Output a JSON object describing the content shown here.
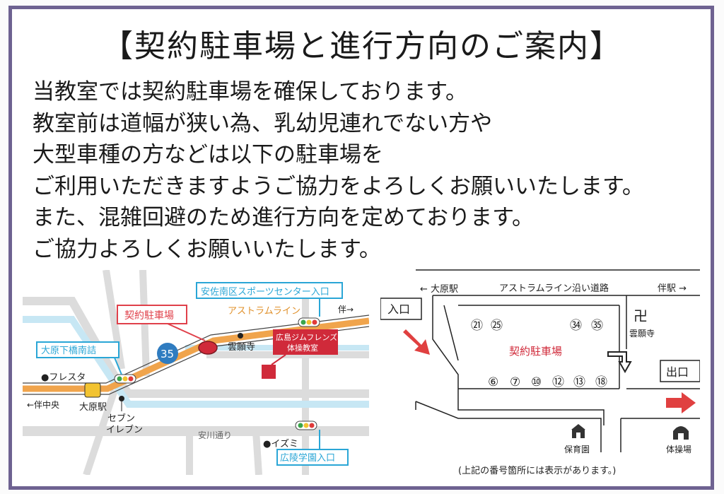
{
  "title": "【契約駐車場と進行方向のご案内】",
  "body_lines": [
    "当教室では契約駐車場を確保しております。",
    "教室前は道幅が狭い為、乳幼児連れでない方や",
    "大型車種の方などは以下の駐車場を",
    "ご利用いただきますようご協力をよろしくお願いいたします。",
    "また、混雑回避のため進行方向を定めております。",
    "ご協力よろしくお願いいたします。"
  ],
  "map_left": {
    "sports_center": "安佐南区スポーツセンター入口",
    "astram_line": "アストラムライン",
    "to_tomo": "伴→",
    "parking_label": "契約駐車場",
    "unganji": "雲願寺",
    "gym_line1": "広島ジムフレンズ",
    "gym_line2": "体操教室",
    "route_number": "35",
    "ohara_shimo": "大原下橋南詰",
    "fresta": "●フレスタ",
    "to_tomo_chuo": "←伴中央",
    "ohara_station": "大原駅",
    "seven_line1": "セブン",
    "seven_line2": "イレブン",
    "yasukawa": "安川通り",
    "izumi": "●イズミ",
    "koryo": "広陵学園入口"
  },
  "map_right": {
    "to_ohara": "← 大原駅",
    "road_label": "アストラムライン沿い道路",
    "to_tomo_station": "伴駅 →",
    "entrance": "入口",
    "exit": "出口",
    "temple_symbol": "卍",
    "temple_name": "雲願寺",
    "parking_label": "契約駐車場",
    "spaces_top": [
      "㉑",
      "㉕",
      "㉞",
      "㉟"
    ],
    "spaces_bottom": [
      "⑥",
      "⑦",
      "⑩",
      "⑫",
      "⑬",
      "⑱"
    ],
    "nursery": "保育園",
    "gym": "体操場"
  },
  "note": "(上記の番号箇所には表示があります。)",
  "colors": {
    "frame": "#6e6291",
    "orange_road": "#f0a44c",
    "blue_road": "#c7e7f4",
    "gray_road": "#dcdcdc",
    "callout_blue": "#2aa6d6",
    "callout_red": "#e0404a",
    "parking_red": "#d02a3a",
    "route_blue": "#2f7cc0",
    "arrow_red": "#e04040"
  }
}
